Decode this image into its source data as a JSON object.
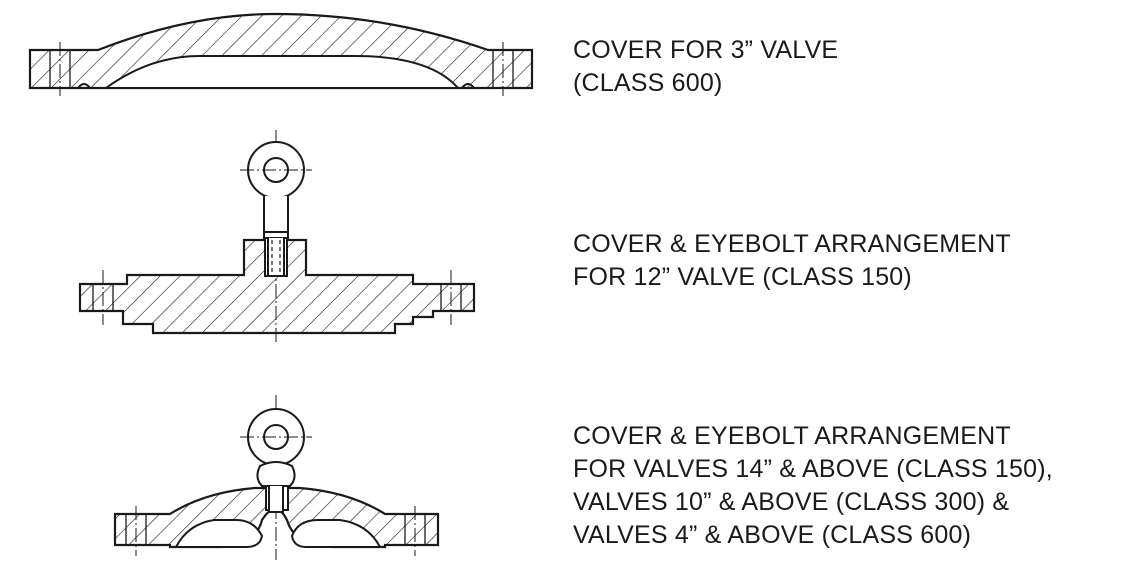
{
  "captions": {
    "cover_3in": {
      "line1": "COVER FOR 3” VALVE",
      "line2": "(CLASS 600)"
    },
    "cover_12in": {
      "line1": "COVER & EYEBOLT ARRANGEMENT",
      "line2": "FOR 12” VALVE (CLASS 150)"
    },
    "cover_large": {
      "line1": "COVER & EYEBOLT ARRANGEMENT",
      "line2": "FOR VALVES 14” & ABOVE (CLASS 150),",
      "line3": "VALVES 10” & ABOVE (CLASS 300) &",
      "line4": "VALVES 4” & ABOVE (CLASS 600)"
    }
  },
  "colors": {
    "ink": "#1a1a1a",
    "background": "#ffffff"
  }
}
